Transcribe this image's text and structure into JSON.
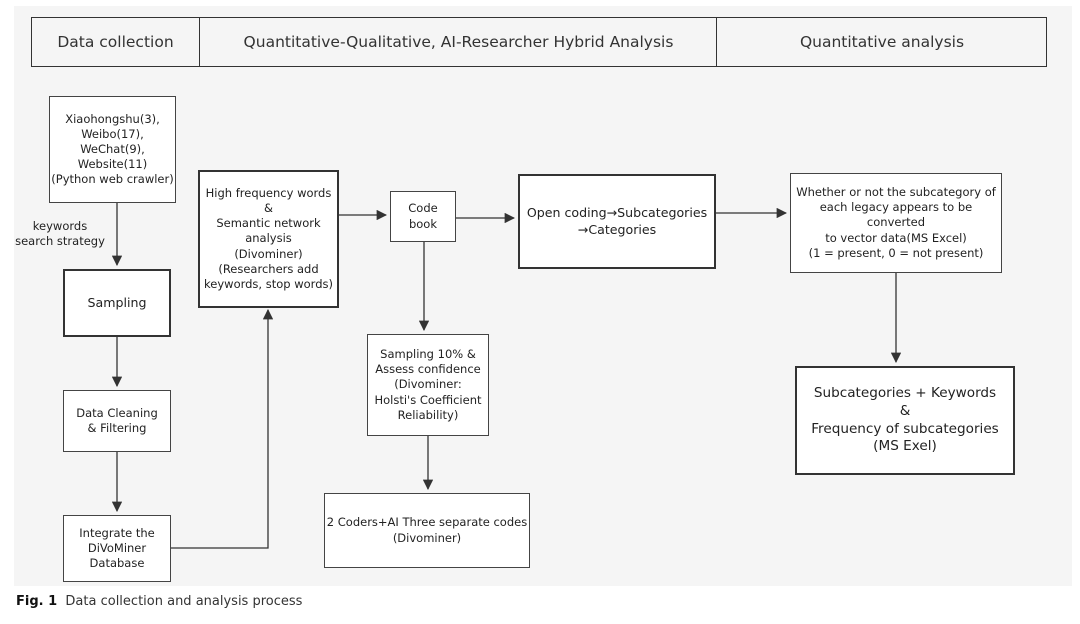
{
  "header": {
    "col1": "Data collection",
    "col2": "Quantitative-Qualitative, AI-Researcher Hybrid Analysis",
    "col3": "Quantitative analysis"
  },
  "nodes": {
    "sources": "Xiaohongshu(3),\nWeibo(17),\nWeChat(9),\nWebsite(11)\n(Python web crawler)",
    "keywords_label": "keywords\nsearch strategy",
    "sampling": "Sampling",
    "cleaning": "Data Cleaning\n& Filtering",
    "integrate": "Integrate the\nDiVoMiner\nDatabase",
    "high_freq": "High frequency words\n&\nSemantic network\nanalysis\n(Divominer)\n(Researchers add\nkeywords, stop words)",
    "codebook": "Code\nbook",
    "sampling10": "Sampling 10% &\nAssess confidence\n(Divominer:\nHolsti's Coefficient\nReliability)",
    "coders": "2 Coders+AI Three separate codes\n(Divominer)",
    "open_coding": "Open coding→Subcategories\n→Categories",
    "whether": "Whether or not the subcategory of\neach legacy appears to be converted\nto vector data(MS Excel)\n(1 = present, 0 = not present)",
    "subcats": "Subcategories + Keywords\n&\nFrequency of subcategories\n(MS Exel)"
  },
  "caption": {
    "label": "Fig. 1",
    "text": "Data collection and analysis process"
  }
}
